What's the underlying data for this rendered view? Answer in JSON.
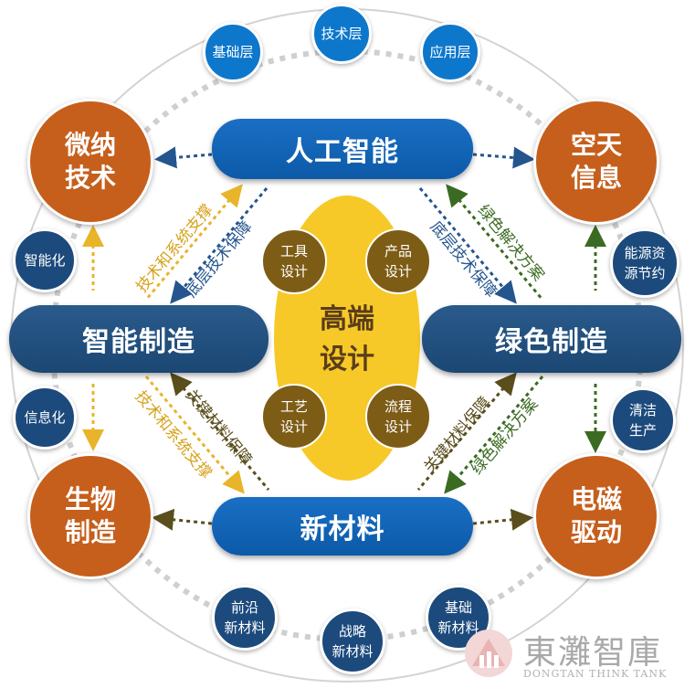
{
  "center": {
    "label": "高端\n设计"
  },
  "core_nodes": [
    {
      "label": "工具\n设计"
    },
    {
      "label": "产品\n设计"
    },
    {
      "label": "工艺\n设计"
    },
    {
      "label": "流程\n设计"
    }
  ],
  "pillars": {
    "top": "人工智能",
    "left": "智能制造",
    "right": "绿色制造",
    "bottom": "新材料"
  },
  "corners": {
    "top_left": "微纳\n技术",
    "top_right": "空天\n信息",
    "bottom_left": "生物\n制造",
    "bottom_right": "电磁\n驱动"
  },
  "orbit_nodes": {
    "top": [
      "基础层",
      "技术层",
      "应用层"
    ],
    "left": [
      "智能化",
      "信息化"
    ],
    "right": [
      "能源资\n源节约",
      "清洁\n生产"
    ],
    "bottom": [
      "前沿\n新材料",
      "战略\n新材料",
      "基础\n新材料"
    ]
  },
  "link_labels": {
    "tl_outer": "技术和系统支撑",
    "tl_inner": "底层技术保障",
    "tr_inner": "底层技术保障",
    "tr_outer": "绿色解决方案",
    "bl_outer": "技术和系统支撑",
    "bl_inner": "关键材料保障",
    "br_inner": "关键材料保障",
    "br_outer": "绿色解决方案"
  },
  "watermark": {
    "name": "東灘智庫",
    "sub": "DONGTAN THINK TANK"
  },
  "colors": {
    "pill": "#1a6fc4",
    "corner": "#c65f1c",
    "orbit": "#0d77cc",
    "core": "#7d5c16",
    "center": "#f6c928"
  }
}
